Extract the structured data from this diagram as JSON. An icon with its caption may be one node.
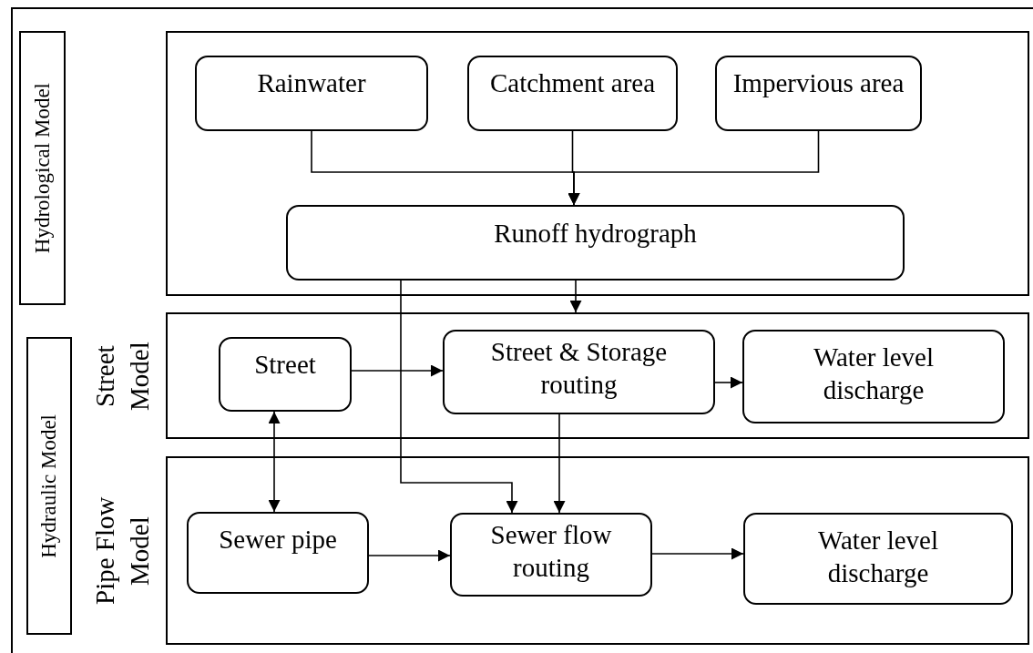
{
  "diagram": {
    "nodes": [
      {
        "text": [
          "Hydrological Model"
        ]
      },
      {
        "text": [],
        "shape": "box"
      },
      {
        "text": [
          "Rainwater"
        ],
        "in": 1
      },
      {
        "text": [
          "Catchment area"
        ],
        "in": 1
      },
      {
        "text": [
          "Impervious area"
        ],
        "in": 1
      },
      {
        "text": [
          "Runoff hydrograph"
        ],
        "in": 1
      },
      {
        "text": [
          "Hydraulic Model"
        ]
      },
      {
        "text": [
          "Street Model"
        ]
      },
      {
        "text": [
          "Street"
        ],
        "in": 7
      },
      {
        "text": [
          "Street & Storage routing"
        ],
        "in": 7
      },
      {
        "text": [
          "Water level discharge"
        ],
        "in": 7
      },
      {
        "text": [
          "Pipe Flow Model"
        ]
      },
      {
        "text": [
          "Sewer pipe"
        ],
        "in": 11
      },
      {
        "text": [
          "Sewer flow routing"
        ],
        "in": 11
      },
      {
        "text": [
          "Water level discharge"
        ],
        "in": 11
      }
    ],
    "edges": [
      {
        "from": 2,
        "to": 5,
        "arrow": "to"
      },
      {
        "from": 3,
        "to": 5,
        "arrow": "to"
      },
      {
        "from": 4,
        "to": 5,
        "arrow": "to"
      },
      {
        "from": 5,
        "to": 7,
        "arrow": "to"
      },
      {
        "from": 5,
        "to": 13,
        "arrow": "to"
      },
      {
        "from": 8,
        "to": 9,
        "arrow": "to"
      },
      {
        "from": 9,
        "to": 10,
        "arrow": "to"
      },
      {
        "from": 8,
        "to": 12,
        "arrow": "both"
      },
      {
        "from": 9,
        "to": 13,
        "arrow": "to"
      },
      {
        "from": 12,
        "to": 13,
        "arrow": "to"
      },
      {
        "from": 13,
        "to": 14,
        "arrow": "to"
      }
    ]
  }
}
